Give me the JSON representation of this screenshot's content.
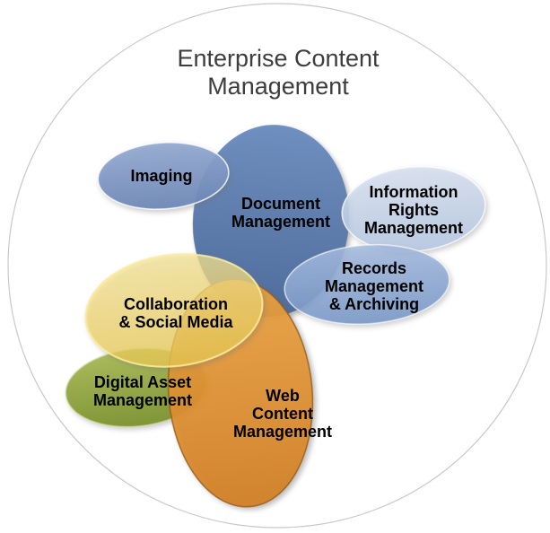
{
  "diagram": {
    "title": "Enterprise Content\nManagement",
    "title_color": "#3d3d3d",
    "outer_circle_color": "#c9c9c9",
    "background_color": "#ffffff",
    "label_text_color": "#000000",
    "nodes": [
      {
        "id": "document-management",
        "label": "Document\nManagement",
        "color": "#5272a6"
      },
      {
        "id": "imaging",
        "label": "Imaging",
        "color": "#7d96c4"
      },
      {
        "id": "information-rights-management",
        "label": "Information\nRights\nManagement",
        "color": "#c9d6ea"
      },
      {
        "id": "digital-asset-management",
        "label": "Digital Asset\nManagement",
        "color": "#93a446"
      },
      {
        "id": "web-content-management",
        "label": "Web\nContent\nManagement",
        "color": "#e28e33"
      },
      {
        "id": "records-management-archiving",
        "label": "Records\nManagement\n& Archiving",
        "color": "#8fabd8"
      },
      {
        "id": "collaboration-social-media",
        "label": "Collaboration\n& Social Media",
        "color": "#f2d66c"
      }
    ]
  }
}
